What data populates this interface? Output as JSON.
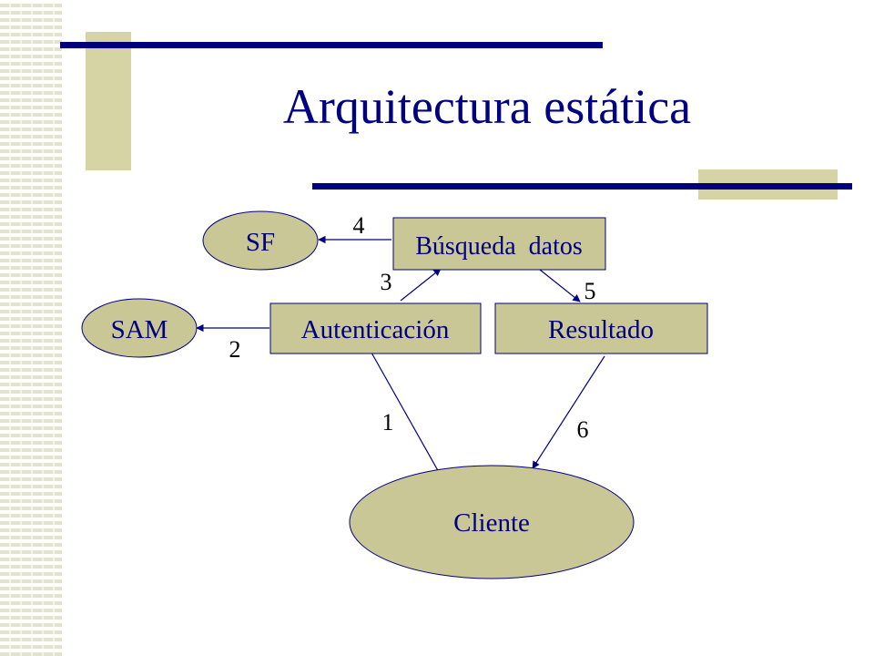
{
  "slide": {
    "title": "Arquitectura estática"
  },
  "diagram": {
    "nodes": {
      "sf": "SF",
      "sam": "SAM",
      "busqueda": "Búsqueda  datos",
      "autenticacion": "Autenticación",
      "resultado": "Resultado",
      "cliente": "Cliente"
    },
    "edges": {
      "e1": "1",
      "e2": "2",
      "e3": "3",
      "e4": "4",
      "e5": "5",
      "e6": "6"
    }
  },
  "colors": {
    "title": "#000080",
    "accent_bar": "#00007f",
    "accent_block": "#d6d4a4",
    "node_fill": "#c9c795",
    "edge_label": "#000000"
  }
}
